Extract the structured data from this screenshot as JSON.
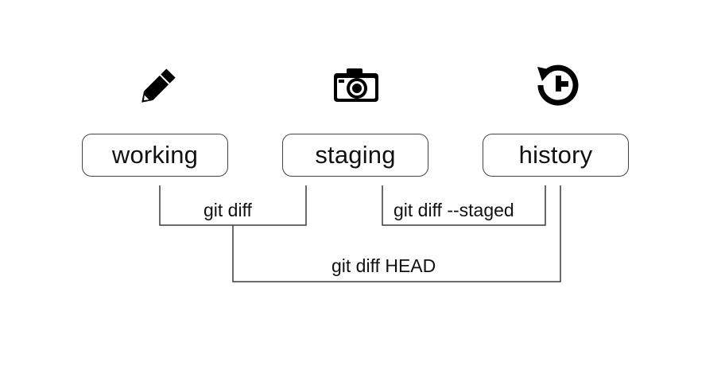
{
  "areas": {
    "working": {
      "label": "working",
      "icon": "pencil-icon"
    },
    "staging": {
      "label": "staging",
      "icon": "camera-icon"
    },
    "history": {
      "label": "history",
      "icon": "history-icon"
    }
  },
  "commands": {
    "working_vs_staging": "git diff",
    "staging_vs_history": "git diff --staged",
    "working_vs_history": "git diff HEAD"
  },
  "colors": {
    "line": "#3a3a3a",
    "box_border": "#444444",
    "icon": "#000000",
    "text": "#111111"
  }
}
